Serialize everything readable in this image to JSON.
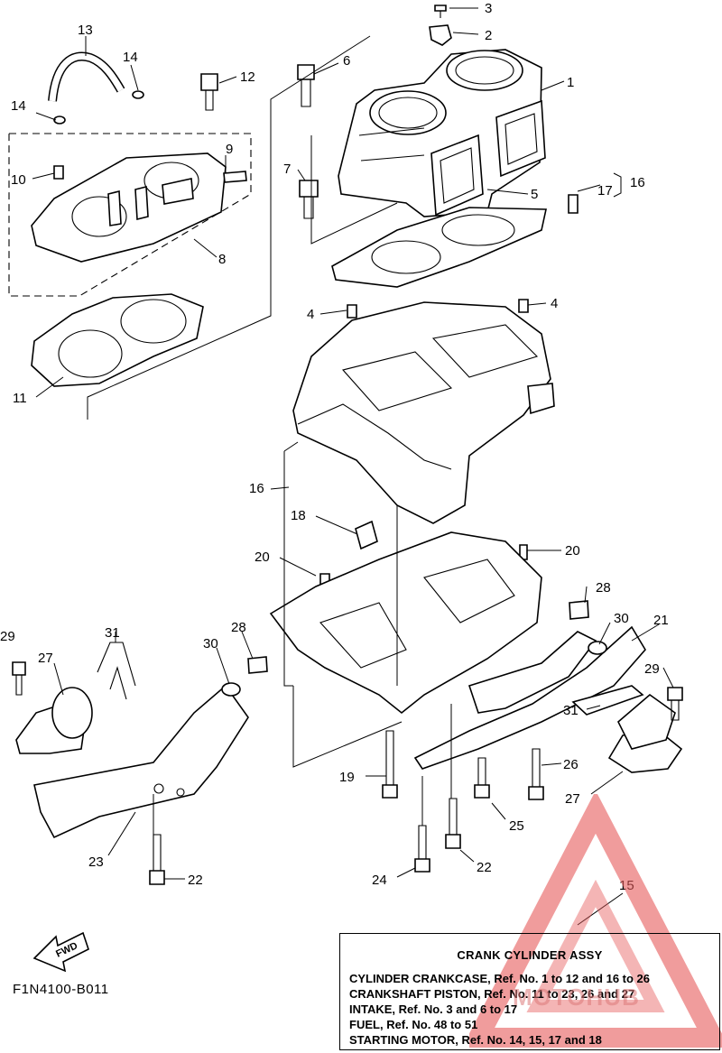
{
  "callouts": [
    {
      "id": "c3",
      "text": "3"
    },
    {
      "id": "c2",
      "text": "2"
    },
    {
      "id": "c1",
      "text": "1"
    },
    {
      "id": "c13",
      "text": "13"
    },
    {
      "id": "c14a",
      "text": "14"
    },
    {
      "id": "c14b",
      "text": "14"
    },
    {
      "id": "c12",
      "text": "12"
    },
    {
      "id": "c6",
      "text": "6"
    },
    {
      "id": "c10",
      "text": "10"
    },
    {
      "id": "c9",
      "text": "9"
    },
    {
      "id": "c7",
      "text": "7"
    },
    {
      "id": "c17",
      "text": "17"
    },
    {
      "id": "c16a",
      "text": "16"
    },
    {
      "id": "c5",
      "text": "5"
    },
    {
      "id": "c8",
      "text": "8"
    },
    {
      "id": "c4a",
      "text": "4"
    },
    {
      "id": "c4b",
      "text": "4"
    },
    {
      "id": "c11",
      "text": "11"
    },
    {
      "id": "c16b",
      "text": "16"
    },
    {
      "id": "c18",
      "text": "18"
    },
    {
      "id": "c20a",
      "text": "20"
    },
    {
      "id": "c20b",
      "text": "20"
    },
    {
      "id": "c28a",
      "text": "28"
    },
    {
      "id": "c29a",
      "text": "29"
    },
    {
      "id": "c31a",
      "text": "31"
    },
    {
      "id": "c28b",
      "text": "28"
    },
    {
      "id": "c30a",
      "text": "30"
    },
    {
      "id": "c27a",
      "text": "27"
    },
    {
      "id": "c30b",
      "text": "30"
    },
    {
      "id": "c21",
      "text": "21"
    },
    {
      "id": "c29b",
      "text": "29"
    },
    {
      "id": "c31b",
      "text": "31"
    },
    {
      "id": "c19",
      "text": "19"
    },
    {
      "id": "c26",
      "text": "26"
    },
    {
      "id": "c27b",
      "text": "27"
    },
    {
      "id": "c25",
      "text": "25"
    },
    {
      "id": "c23",
      "text": "23"
    },
    {
      "id": "c22a",
      "text": "22"
    },
    {
      "id": "c24",
      "text": "24"
    },
    {
      "id": "c22b",
      "text": "22"
    },
    {
      "id": "c15",
      "text": "15"
    }
  ],
  "fwd_label": "FWD",
  "figure_code": "F1N4100-B011",
  "legend": {
    "title": "CRANK  CYLINDER ASSY",
    "rows": [
      {
        "label": "CYLINDER CRANKCASE,",
        "ref": "Ref. No. 1 to 12 and 16 to 26"
      },
      {
        "label": "CRANKSHAFT PISTON,",
        "ref": "Ref. No. 11 to 23, 26 and 27"
      },
      {
        "label": "INTAKE,",
        "ref": "Ref. No. 3 and 6 to 17"
      },
      {
        "label": "FUEL,",
        "ref": "Ref. No. 48 to 51"
      },
      {
        "label": "STARTING MOTOR,",
        "ref": "Ref. No. 14, 15, 17 and 18"
      }
    ]
  },
  "watermark_text": "MOTOHUB",
  "colors": {
    "line": "#000000",
    "watermark": "#e06060"
  }
}
